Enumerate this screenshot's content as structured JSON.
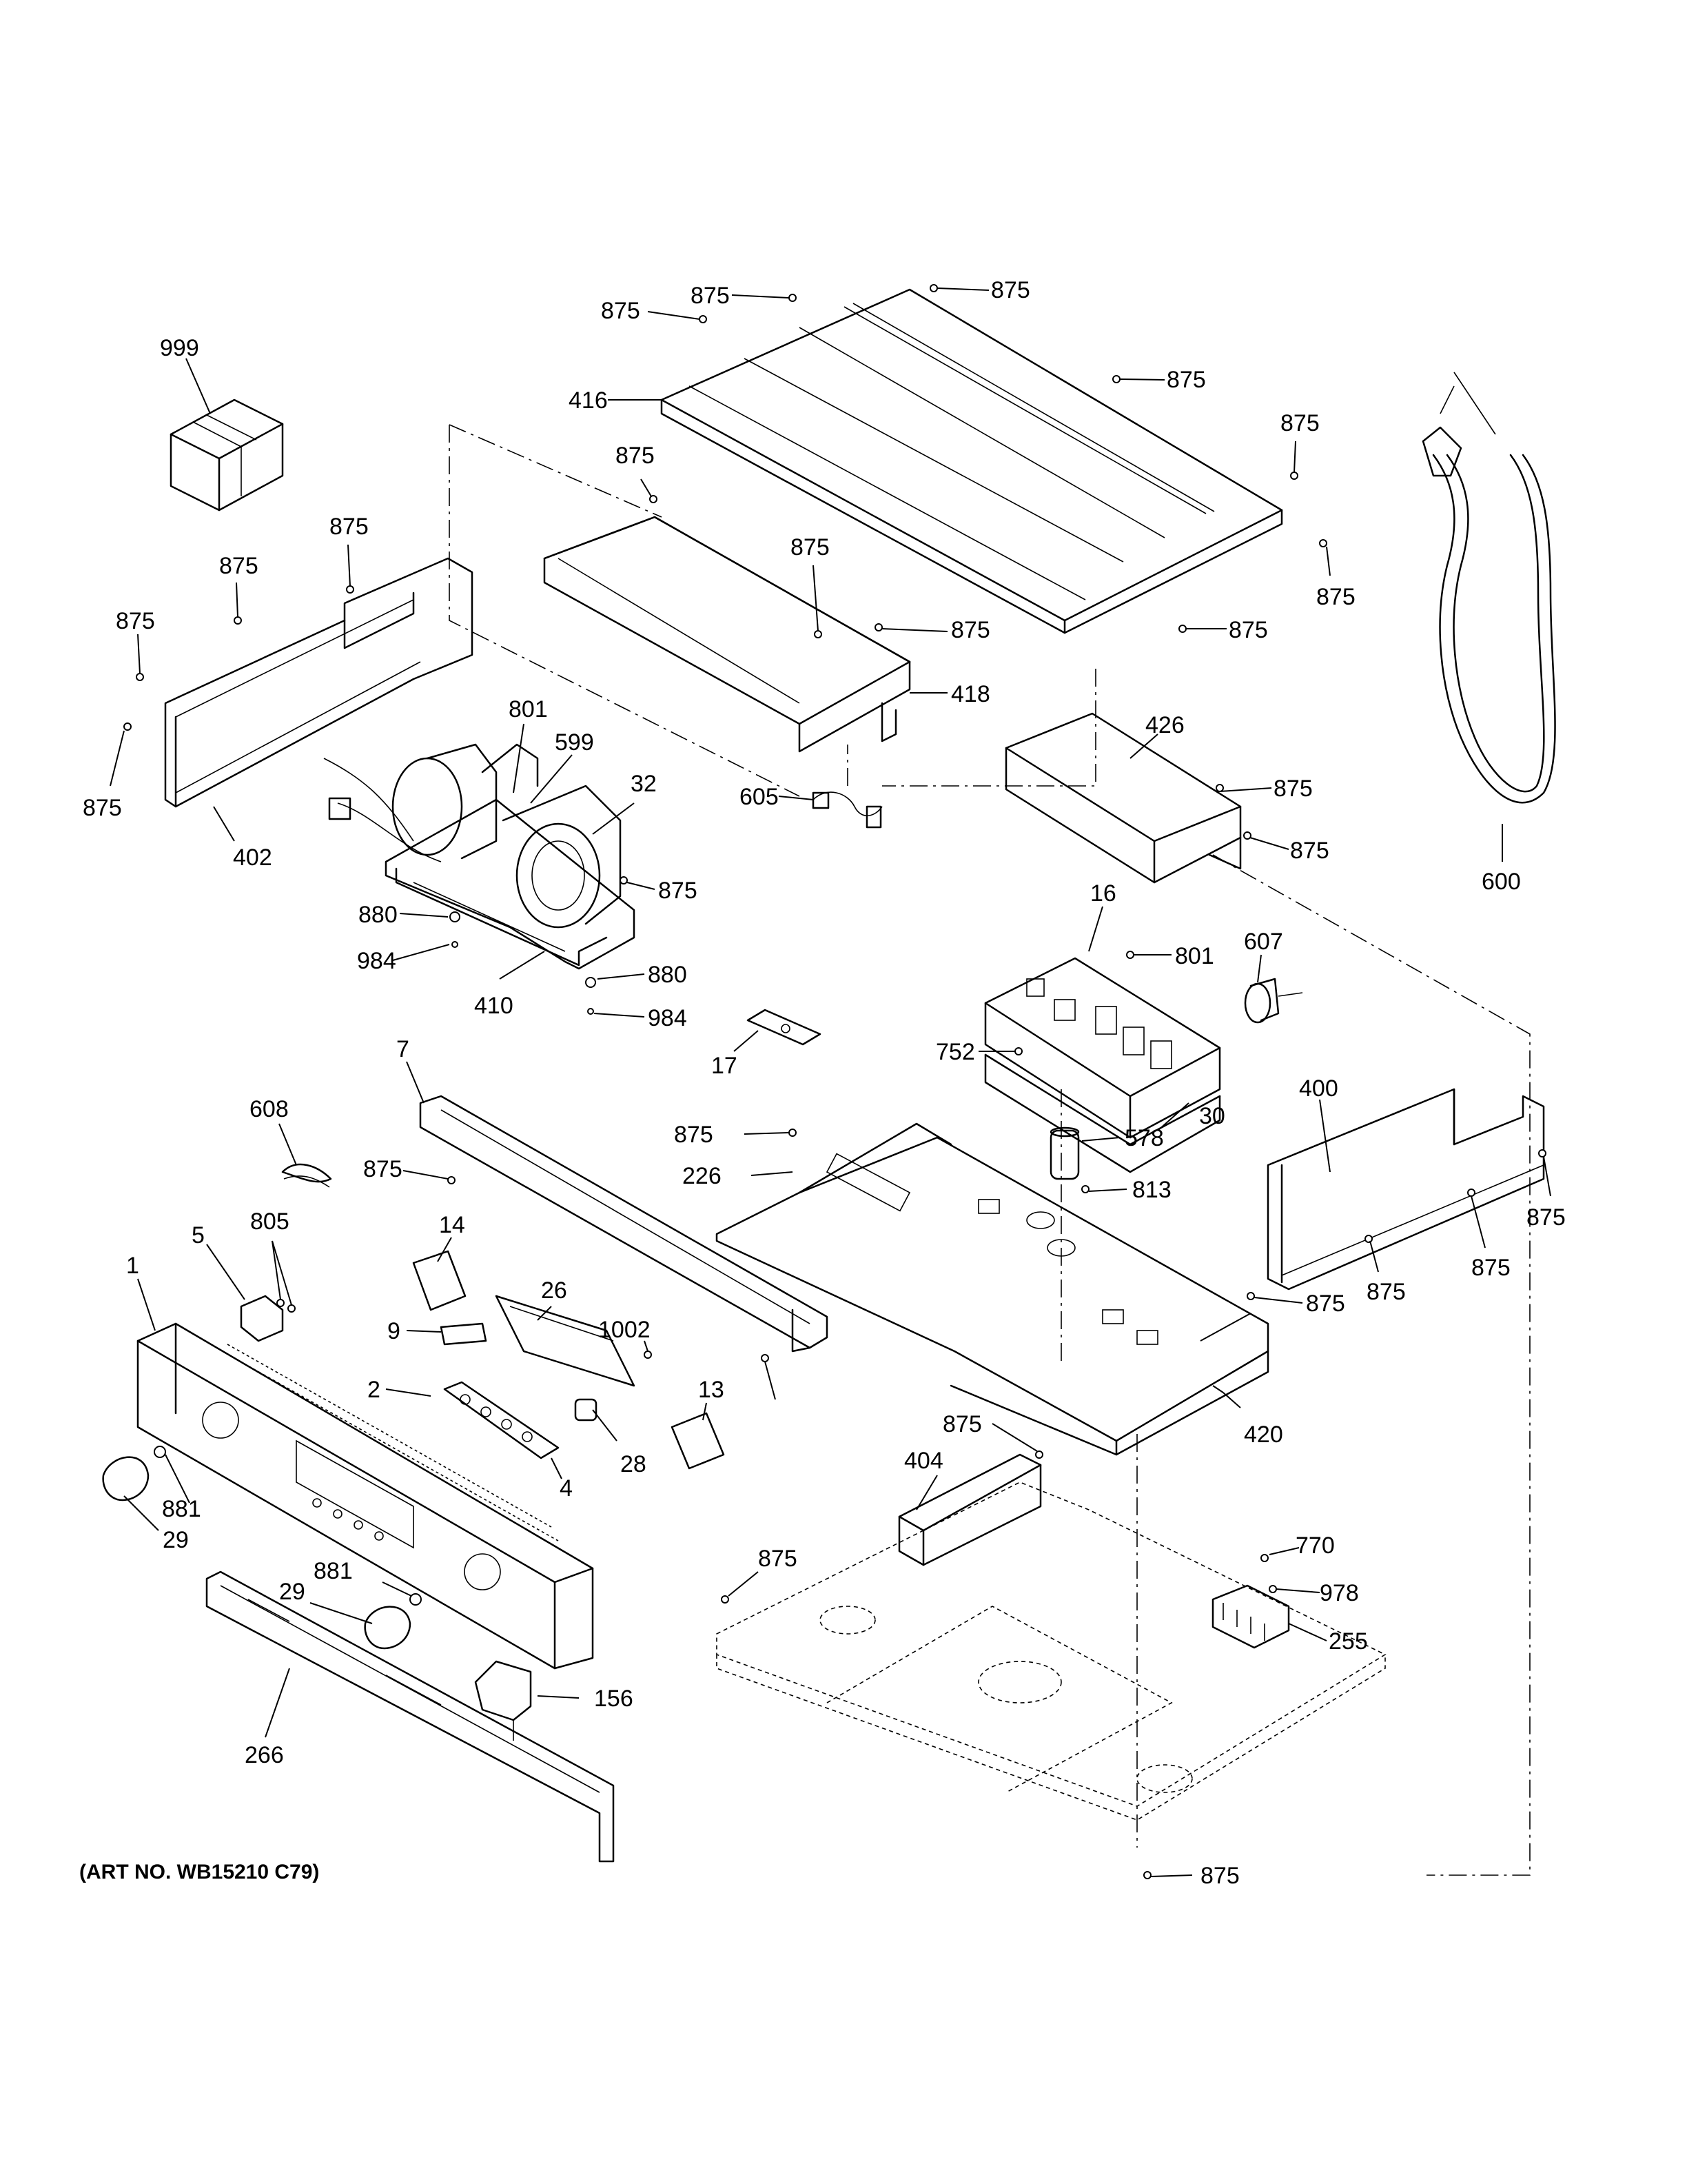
{
  "diagram": {
    "caption": "(ART NO. WB15210 C79)",
    "callouts": [
      "875",
      "875",
      "875",
      "875",
      "416",
      "875",
      "875",
      "999",
      "875",
      "875",
      "875",
      "875",
      "875",
      "418",
      "875",
      "875",
      "875",
      "402",
      "801",
      "599",
      "32",
      "605",
      "426",
      "875",
      "875",
      "600",
      "875",
      "880",
      "984",
      "410",
      "880",
      "984",
      "16",
      "801",
      "607",
      "17",
      "752",
      "30",
      "7",
      "400",
      "608",
      "875",
      "226",
      "578",
      "813",
      "875",
      "875",
      "875",
      "5",
      "805",
      "14",
      "1",
      "26",
      "9",
      "1002",
      "875",
      "875",
      "2",
      "13",
      "28",
      "4",
      "420",
      "875",
      "404",
      "881",
      "29",
      "770",
      "875",
      "881",
      "978",
      "29",
      "255",
      "156",
      "266",
      "875"
    ]
  }
}
